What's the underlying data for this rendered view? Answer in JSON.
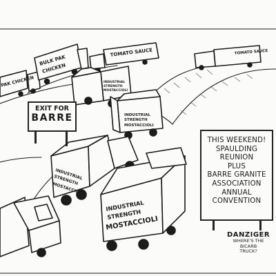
{
  "billboard": {
    "lines": [
      "THIS WEEKEND!",
      "SPAULDING",
      "REUNION",
      "PLUS",
      "BARRE GRANITE",
      "ASSOCIATION",
      "ANNUAL",
      "CONVENTION"
    ]
  },
  "exit_sign": {
    "line1": "EXIT FOR",
    "line2": "BARRE"
  },
  "trucks": {
    "left_top": "PAK CHICKEN",
    "bulk_pak_1": "BULK PAK",
    "bulk_pak_2": "CHICKEN",
    "tomato_sauce": "TOMATO SAUCE",
    "far_right": "TOMATO SAUCE",
    "middle_1": "INDUSTRIAL",
    "middle_2": "STRENGTH",
    "middle_3": "MOSTACCIOLI",
    "right_mid_1": "INDUSTRIAL",
    "right_mid_2": "STRENGTH",
    "right_mid_3": "MOSTACCIOLI",
    "left_mid_1": "INDUSTRIAL",
    "left_mid_2": "STRENGTH",
    "left_mid_3": "MOSTACCIOLI",
    "front_1": "INDUSTRIAL",
    "front_2": "STRENGTH",
    "front_3": "MOSTACCIOLI"
  },
  "signature": {
    "name": "DANZIGER",
    "caption_1": "WHERE'S THE",
    "caption_2": "BICARB",
    "caption_3": "TRUCK?"
  }
}
